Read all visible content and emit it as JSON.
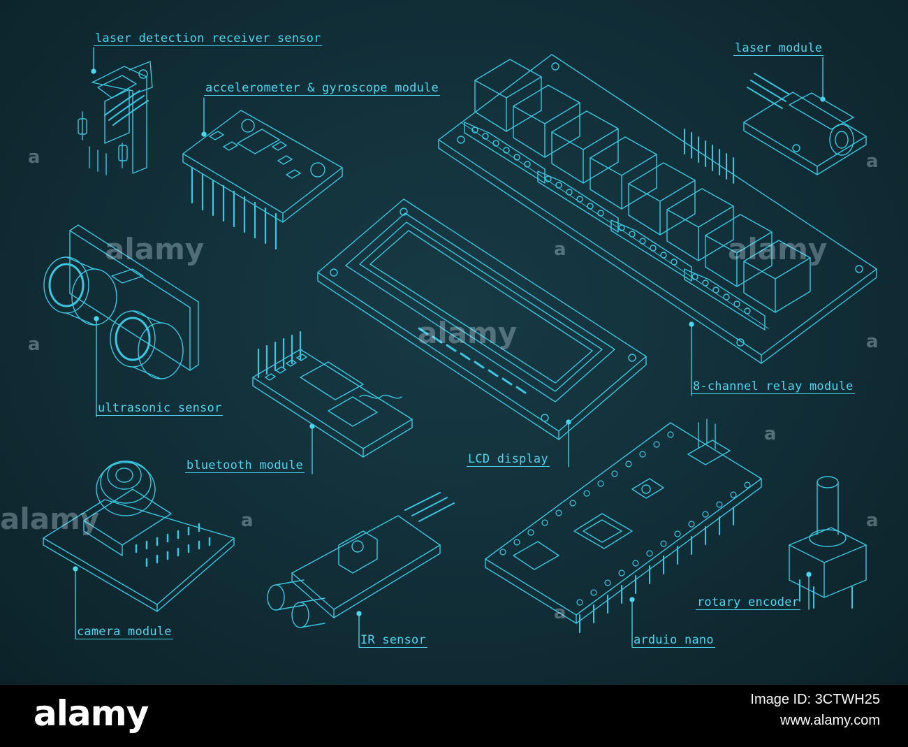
{
  "labels": {
    "laser_receiver": "laser detection receiver sensor",
    "accel_gyro": "accelerometer & gyroscope module",
    "laser_module": "laser module",
    "ultrasonic": "ultrasonic sensor",
    "relay": "8-channel relay module",
    "bluetooth": "bluetooth module",
    "lcd": "LCD display",
    "camera": "camera module",
    "ir": "IR sensor",
    "arduino": "arduio nano",
    "encoder": "rotary encoder"
  },
  "watermark": {
    "text": "alamy",
    "letter": "a"
  },
  "footer": {
    "brand": "alamy",
    "image_id": "Image ID: 3CTWH25",
    "url": "www.alamy.com"
  },
  "colors": {
    "background": "#12303a",
    "line": "#4fd6ee",
    "footer": "#000000"
  }
}
